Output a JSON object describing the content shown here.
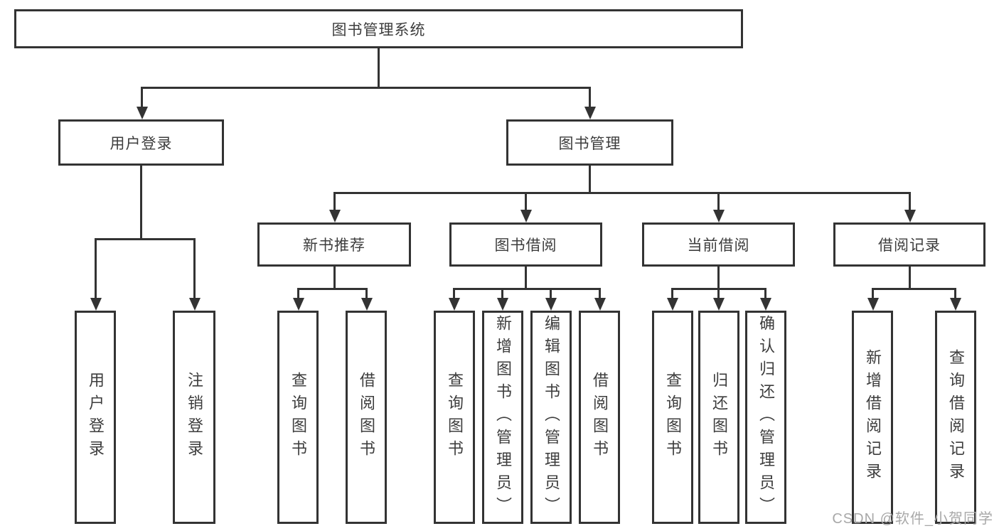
{
  "diagram": {
    "title": "图书管理系统",
    "watermark": "CSDN @软件_小贺同学",
    "colors": {
      "line": "#333333",
      "text": "#3d3d3d",
      "background": "#ffffff",
      "watermark": "#a8a8a8"
    },
    "nodes": {
      "root": "图书管理系统",
      "user_login_branch": "用户登录",
      "book_mgmt_branch": "图书管理",
      "user_login": "用户登录",
      "logout": "注销登录",
      "new_book_rec": "新书推荐",
      "book_borrow": "图书借阅",
      "current_borrow": "当前借阅",
      "borrow_records": "借阅记录",
      "rec_query_books": "查询图书",
      "rec_borrow_books": "借阅图书",
      "bb_query_books": "查询图书",
      "bb_add_books": "新增图书（管理员）",
      "bb_edit_books": "编辑图书（管理员）",
      "bb_borrow_books": "借阅图书",
      "cb_query_books": "查询图书",
      "cb_return_books": "归还图书",
      "cb_confirm_return": "确认归还（管理员）",
      "br_add_record": "新增借阅记录",
      "br_query_record": "查询借阅记录"
    }
  }
}
